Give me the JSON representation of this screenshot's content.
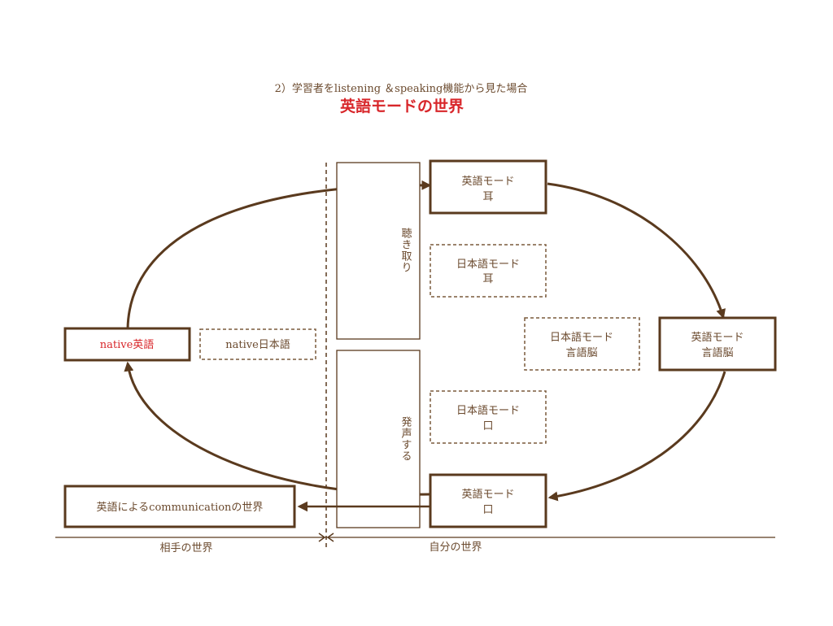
{
  "header": {
    "subtitle": "2）学習者をlistening ＆speaking機能から見た場合",
    "title": "英語モードの世界"
  },
  "colors": {
    "main": "#5a3a1e",
    "text": "#6b4a2e",
    "accent_red": "#d8262a"
  },
  "columns": {
    "listening": "聴き取り",
    "speaking": "発声する"
  },
  "boxes": {
    "english_ear": [
      "英語モード",
      "耳"
    ],
    "japanese_ear": [
      "日本語モード",
      "耳"
    ],
    "japanese_brain": [
      "日本語モード",
      "言語脳"
    ],
    "english_brain": [
      "英語モード",
      "言語脳"
    ],
    "japanese_mouth": [
      "日本語モード",
      "口"
    ],
    "english_mouth": [
      "英語モード",
      "口"
    ],
    "native_english": "native英語",
    "native_japanese": "native日本語",
    "communication": "英語によるcommunicationの世界"
  },
  "worlds": {
    "other": "相手の世界",
    "self": "自分の世界"
  }
}
